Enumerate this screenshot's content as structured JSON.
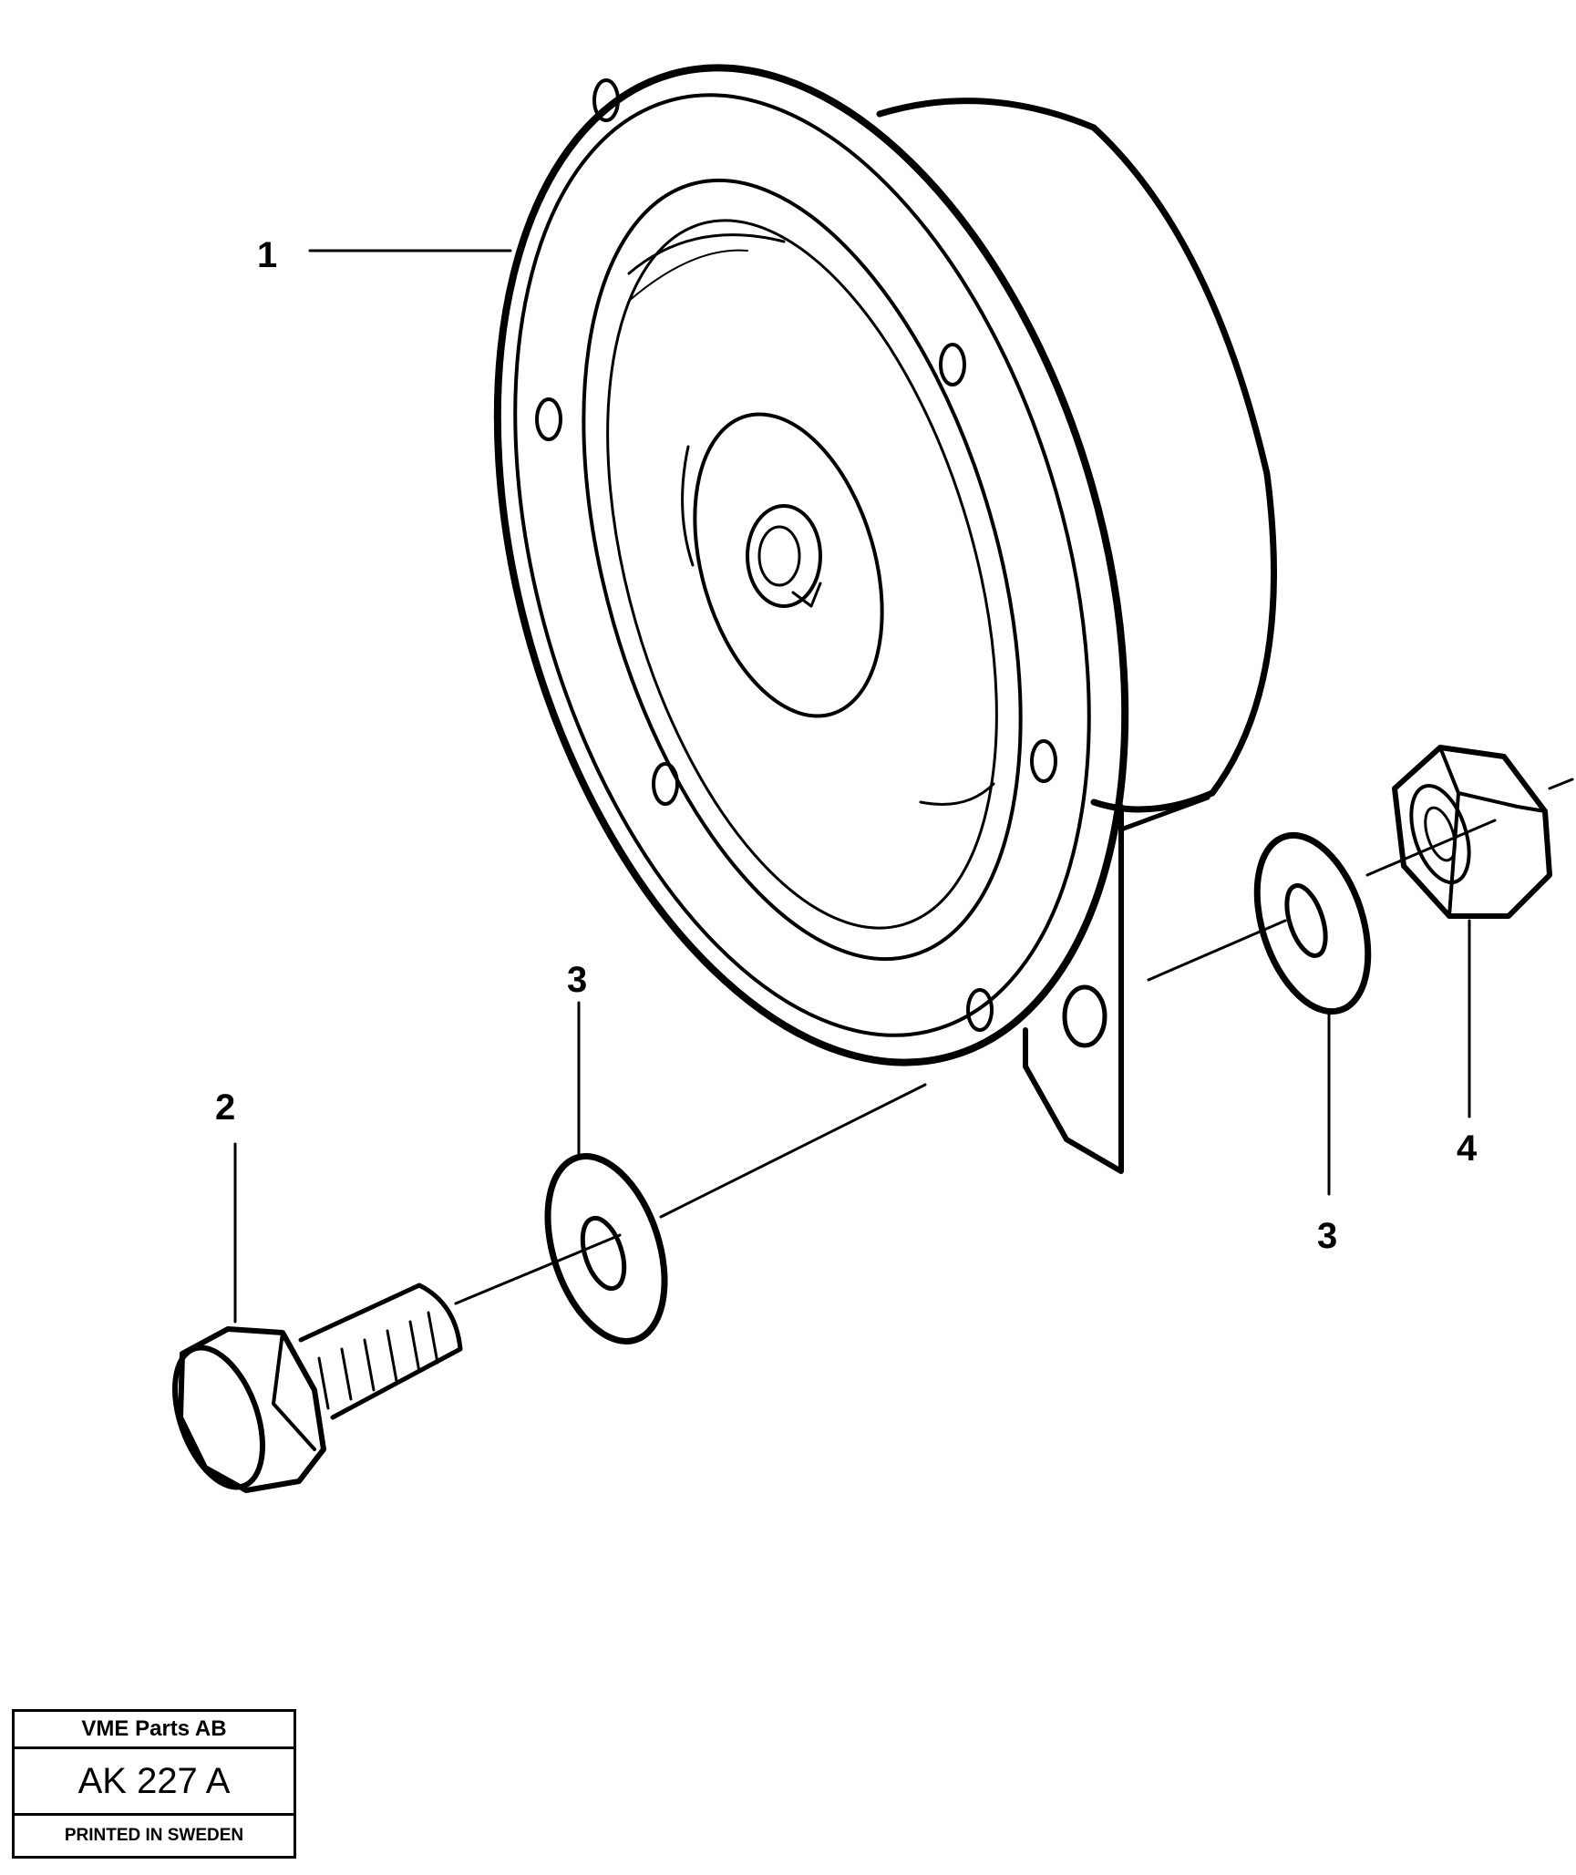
{
  "callouts": [
    {
      "id": "part-1",
      "text": "1"
    },
    {
      "id": "part-2",
      "text": "2"
    },
    {
      "id": "part-3a",
      "text": "3"
    },
    {
      "id": "part-3b",
      "text": "3"
    },
    {
      "id": "part-4",
      "text": "4"
    }
  ],
  "title_block": {
    "company": "VME Parts AB",
    "code": "AK 227 A",
    "printed": "PRINTED IN SWEDEN"
  }
}
